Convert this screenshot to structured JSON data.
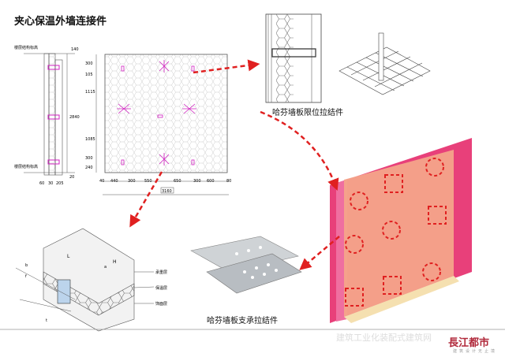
{
  "title": "夹心保温外墙连接件",
  "section_view": {
    "level_label_top": "楼层结构标高",
    "level_label_bottom": "楼层结构标高",
    "vertical_dims": [
      "140",
      "2840",
      "20"
    ],
    "bottom_dims": [
      "60",
      "30",
      "205"
    ]
  },
  "panel_view": {
    "vertical_dims": [
      "300",
      "105",
      "1115",
      "1085",
      "300",
      "240"
    ],
    "horizontal_dims": [
      "40",
      "440",
      "300",
      "550",
      "650",
      "300",
      "600",
      "80"
    ],
    "total_width": "3160"
  },
  "captions": {
    "restraint_connector": "哈芬墙板限位拉结件",
    "support_connector": "哈芬墙板支承拉结件"
  },
  "iso_view": {
    "layer_labels": [
      "承重层",
      "保温层",
      "饰面层"
    ],
    "dim_labels": [
      "L",
      "H",
      "a",
      "b",
      "f",
      "t"
    ]
  },
  "footer": {
    "watermark": "建筑工业化装配式建筑网",
    "logo": "長江都市",
    "logo_sub": "建筑设计无止境"
  },
  "colors": {
    "accent_red": "#e02020",
    "wall_pink": "#e8407a",
    "panel_orange": "#f4a48a",
    "connector_magenta": "#d020c0"
  }
}
